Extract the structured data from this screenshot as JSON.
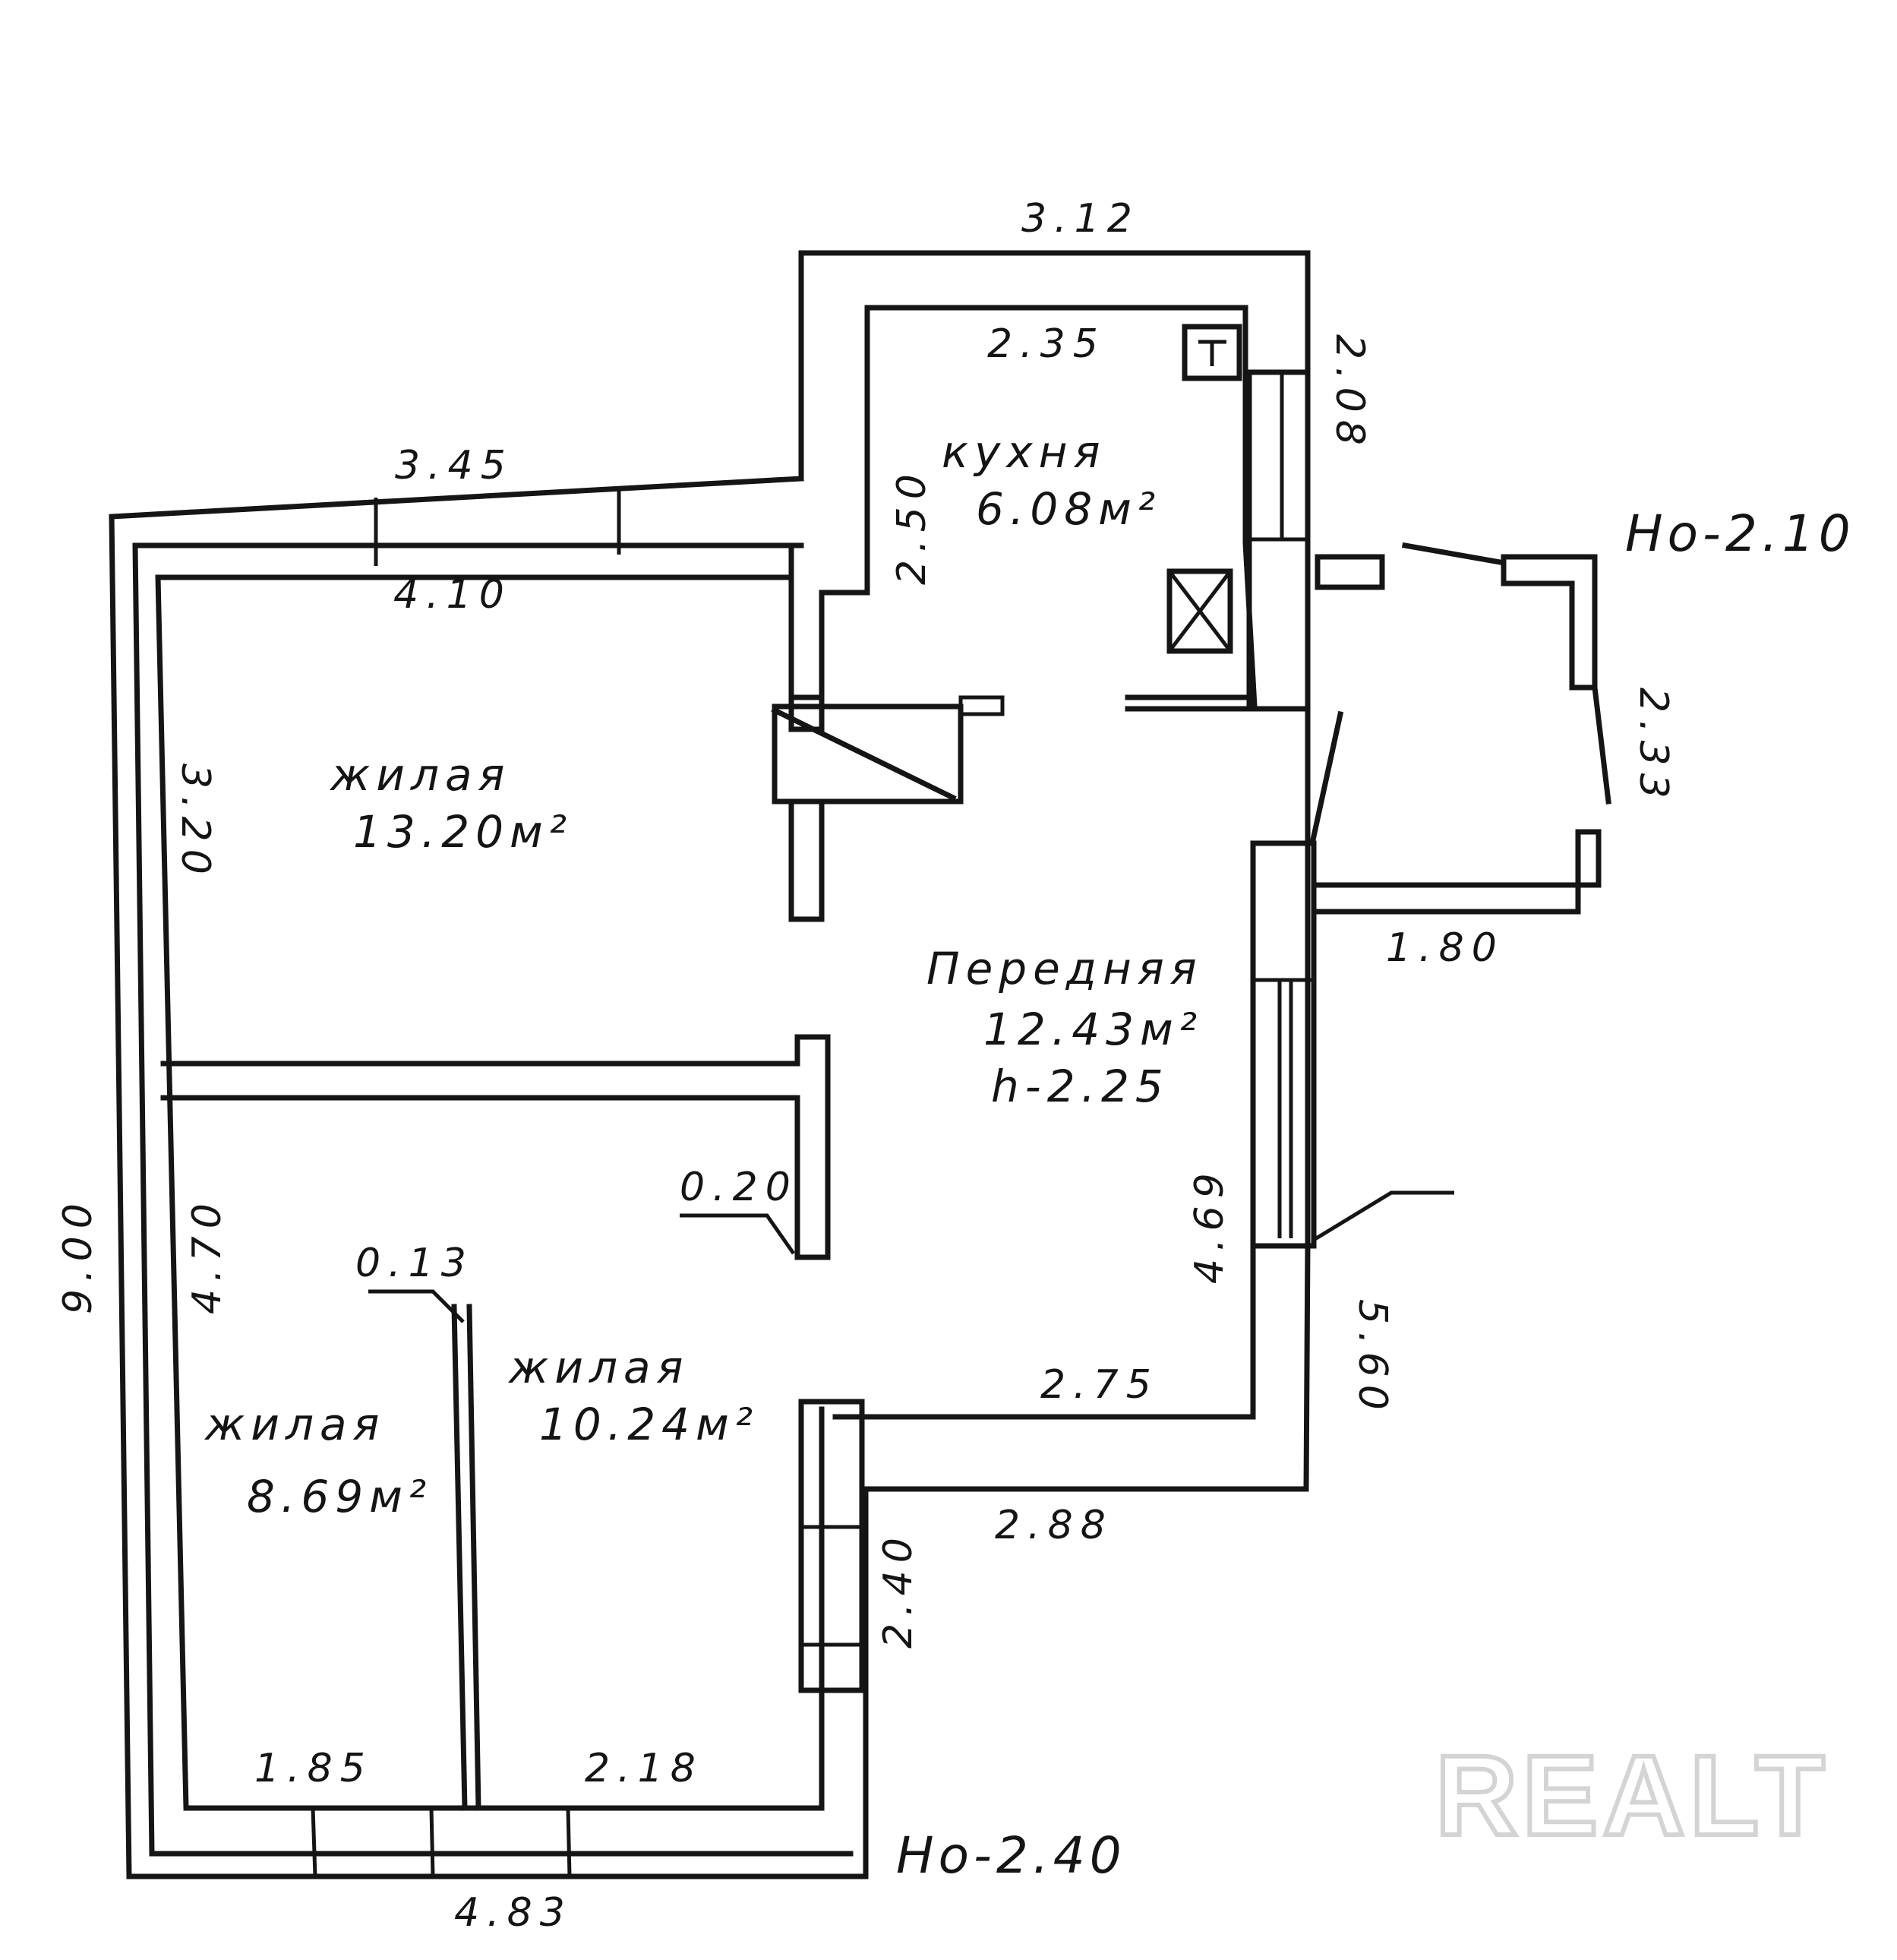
{
  "rooms": {
    "kitchen": {
      "name": "кухня",
      "area": "6.08м²"
    },
    "living_top": {
      "name": "жилая",
      "area": "13.20м²"
    },
    "hall": {
      "name": "Передняя",
      "area": "12.43м²",
      "height": "h-2.25"
    },
    "living_mid": {
      "name": "жилая",
      "area": "10.24м²"
    },
    "living_small": {
      "name": "жилая",
      "area": "8.69м²"
    }
  },
  "dimensions": {
    "kitchen_top_outer": "3.12",
    "kitchen_top_inner": "2.35",
    "kitchen_side": "2.08",
    "kitchen_left": "2.50",
    "north_outer": "3.45",
    "north_inner": "4.10",
    "west_upper": "3.20",
    "west_outer": "9.00",
    "west_lower": "4.70",
    "porch_side": "2.33",
    "porch_bottom": "1.80",
    "east_inner": "4.69",
    "east_outer": "5.60",
    "partition_a": "0.20",
    "partition_b": "0.13",
    "step_inner": "2.75",
    "step_outer": "2.88",
    "south_east": "2.40",
    "south_left": "1.85",
    "south_right": "2.18",
    "south_outer": "4.83"
  },
  "heights": {
    "porch": "Нo-2.10",
    "house": "Нo-2.40"
  },
  "watermark": "REALT"
}
